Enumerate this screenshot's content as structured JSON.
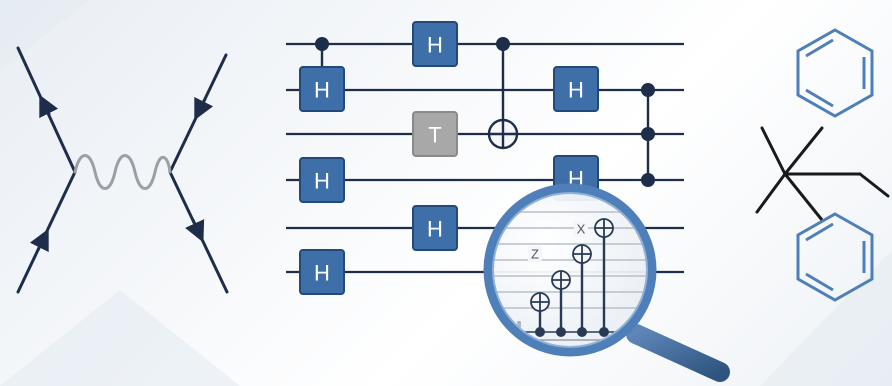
{
  "gates": {
    "h": "H",
    "t": "T"
  },
  "magnifier": {
    "z_label": "Z",
    "x_label": "X"
  },
  "colors": {
    "wire": "#1e2d4a",
    "gate_fill": "#3f6fa8",
    "gate_stroke": "#23487a",
    "t_gate_fill": "#a8a8a8",
    "benzene": "#4f7fb8",
    "bond": "#1a1a1a",
    "photon": "#9aa0a6"
  }
}
